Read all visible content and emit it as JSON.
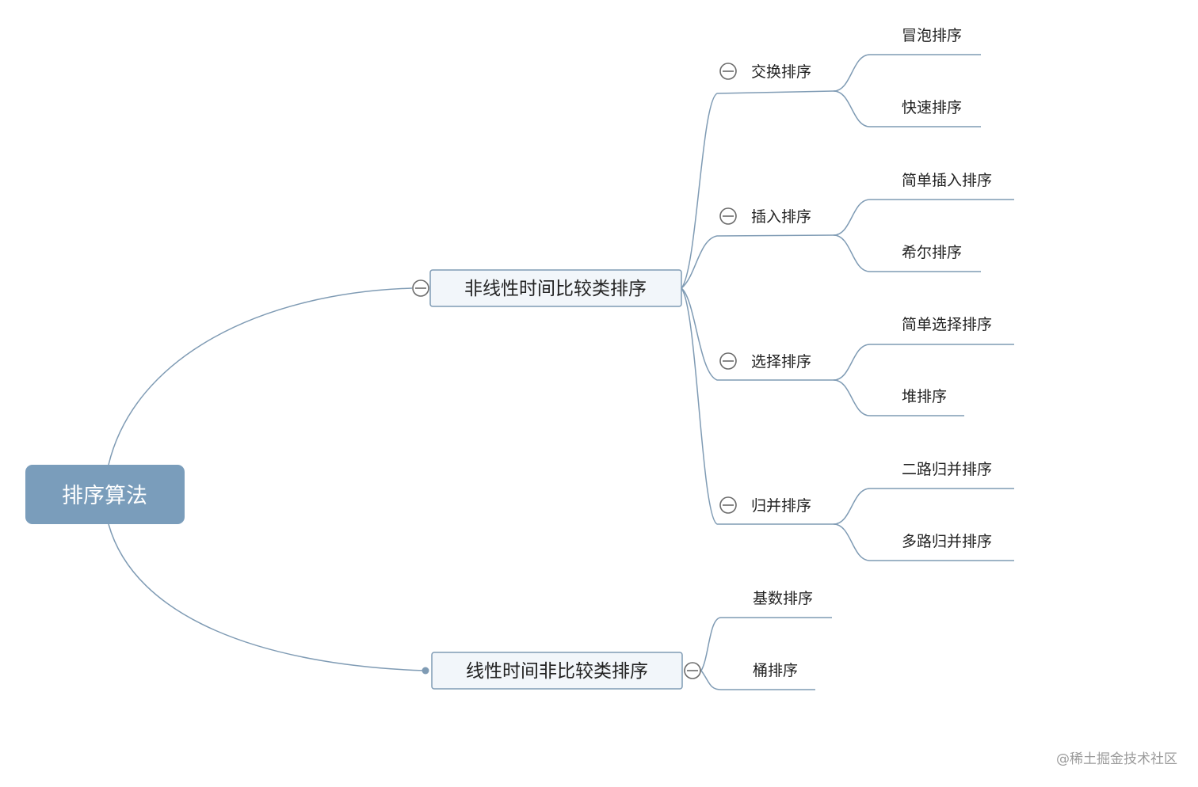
{
  "root": {
    "label": "排序算法",
    "fill_color": "#7a9dbb"
  },
  "branches": [
    {
      "label": "非线性时间比较类排序",
      "collapse_toggle": "minus-circle-icon",
      "children": [
        {
          "label": "交换排序",
          "collapse_toggle": "minus-circle-icon",
          "children": [
            "冒泡排序",
            "快速排序"
          ]
        },
        {
          "label": "插入排序",
          "collapse_toggle": "minus-circle-icon",
          "children": [
            "简单插入排序",
            "希尔排序"
          ]
        },
        {
          "label": "选择排序",
          "collapse_toggle": "minus-circle-icon",
          "children": [
            "简单选择排序",
            "堆排序"
          ]
        },
        {
          "label": "归并排序",
          "collapse_toggle": "minus-circle-icon",
          "children": [
            "二路归并排序",
            "多路归并排序"
          ]
        }
      ]
    },
    {
      "label": "线性时间非比较类排序",
      "collapse_toggle": "minus-circle-icon",
      "children": [
        {
          "label": "基数排序"
        },
        {
          "label": "桶排序"
        }
      ]
    }
  ],
  "colors": {
    "connector": "#7f9bb4",
    "branch_box_fill": "#f2f6fa",
    "branch_box_border": "#7f9bb4",
    "text": "#222222",
    "watermark": "#9a9a9a"
  },
  "watermark": "@稀土掘金技术社区"
}
